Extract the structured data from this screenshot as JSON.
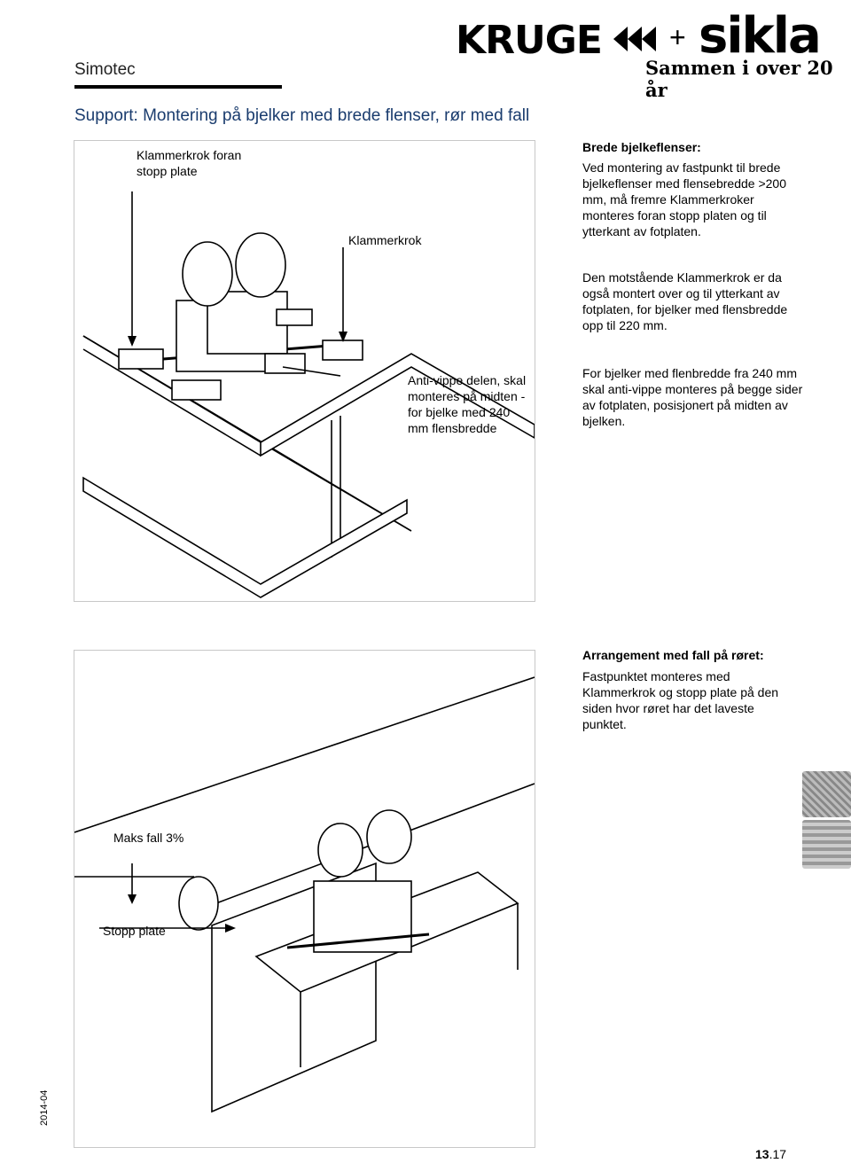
{
  "header": {
    "brand": "Simotec",
    "logo_left": "KRUGE",
    "logo_plus": "+",
    "logo_right": "sikla",
    "tagline": "Sammen i over 20 år"
  },
  "title": "Support: Montering på bjelker med brede flenser, rør med fall",
  "figure1": {
    "label_hook_front": "Klammerkrok foran stopp plate",
    "label_hook": "Klammerkrok",
    "label_anti_tilt": "Anti-vippe delen, skal monteres på midten - for bjelke med 240 mm flensbredde"
  },
  "section1": {
    "heading": "Brede bjelkeflenser:",
    "p1": "Ved montering av fastpunkt til brede bjelkeflenser med flensebredde >200 mm, må fremre Klammerkroker monteres foran stopp platen og til ytterkant av fotplaten.",
    "p2": "Den motstående Klammerkrok er da også montert over og til ytterkant av fotplaten, for bjelker med flensbredde opp til 220 mm.",
    "p3": "For bjelker med flenbredde fra 240 mm skal anti-vippe monteres på begge sider av fotplaten, posisjonert på midten av bjelken."
  },
  "figure2": {
    "label_slope": "Maks fall 3%",
    "label_stop": "Stopp plate"
  },
  "section2": {
    "heading": "Arrangement med fall på røret:",
    "p1": "Fastpunktet monteres med Klammerkrok og stopp plate på den siden hvor røret har det laveste punktet."
  },
  "footer": {
    "date": "2014-04",
    "page_major": "13",
    "page_minor": ".17"
  }
}
